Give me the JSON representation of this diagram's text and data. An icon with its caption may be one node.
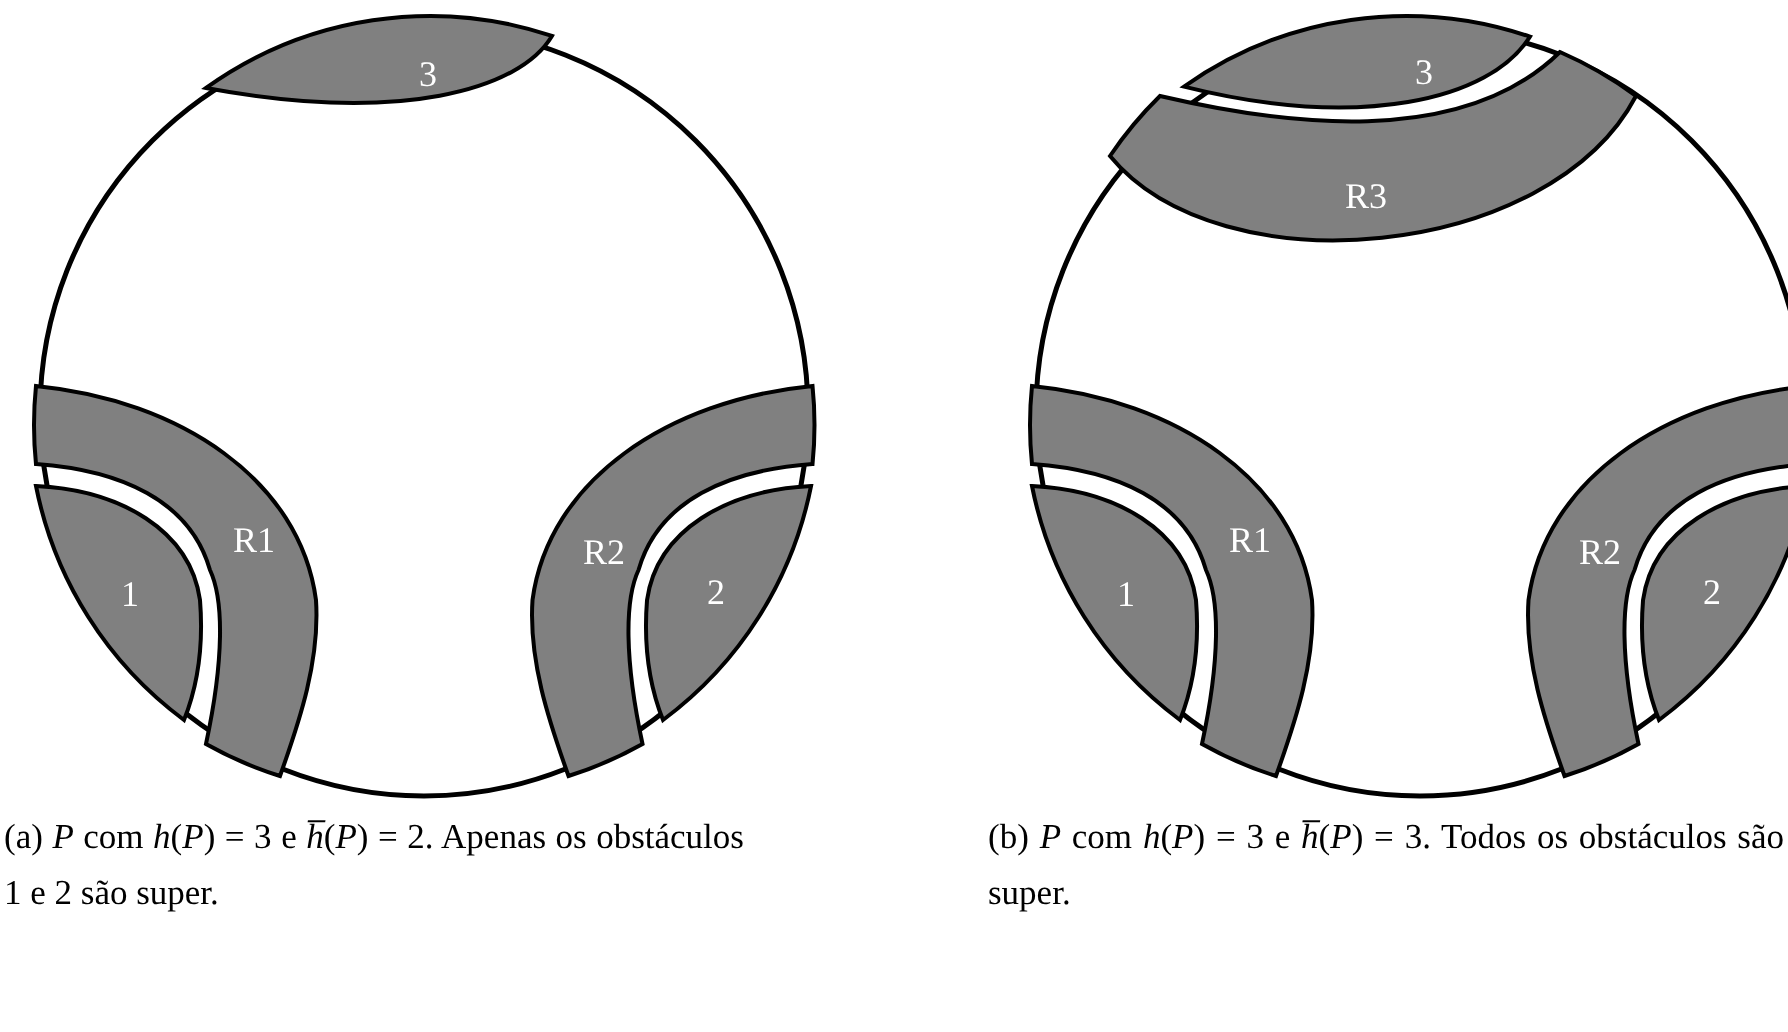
{
  "diagram": {
    "nodes": [
      {
        "text": [
          "3"
        ]
      },
      {
        "text": [
          "1"
        ]
      },
      {
        "text": [
          "R1"
        ]
      },
      {
        "text": [
          "R2"
        ]
      },
      {
        "text": [
          "2"
        ]
      },
      {
        "text": [
          "3"
        ]
      },
      {
        "text": [
          "R3"
        ]
      },
      {
        "text": [
          "1"
        ]
      },
      {
        "text": [
          "R1"
        ]
      },
      {
        "text": [
          "R2"
        ]
      },
      {
        "text": [
          "2"
        ]
      }
    ],
    "labels": [
      "(a) *P* com *h*(*P*) = 3 e *h̅*(*P*) = 2. Apenas os obstáculos 1 e 2 são super.",
      "(b) *P* com *h*(*P*) = 3 e *h̅*(*P*) = 3. Todos os obstáculos são super."
    ]
  }
}
